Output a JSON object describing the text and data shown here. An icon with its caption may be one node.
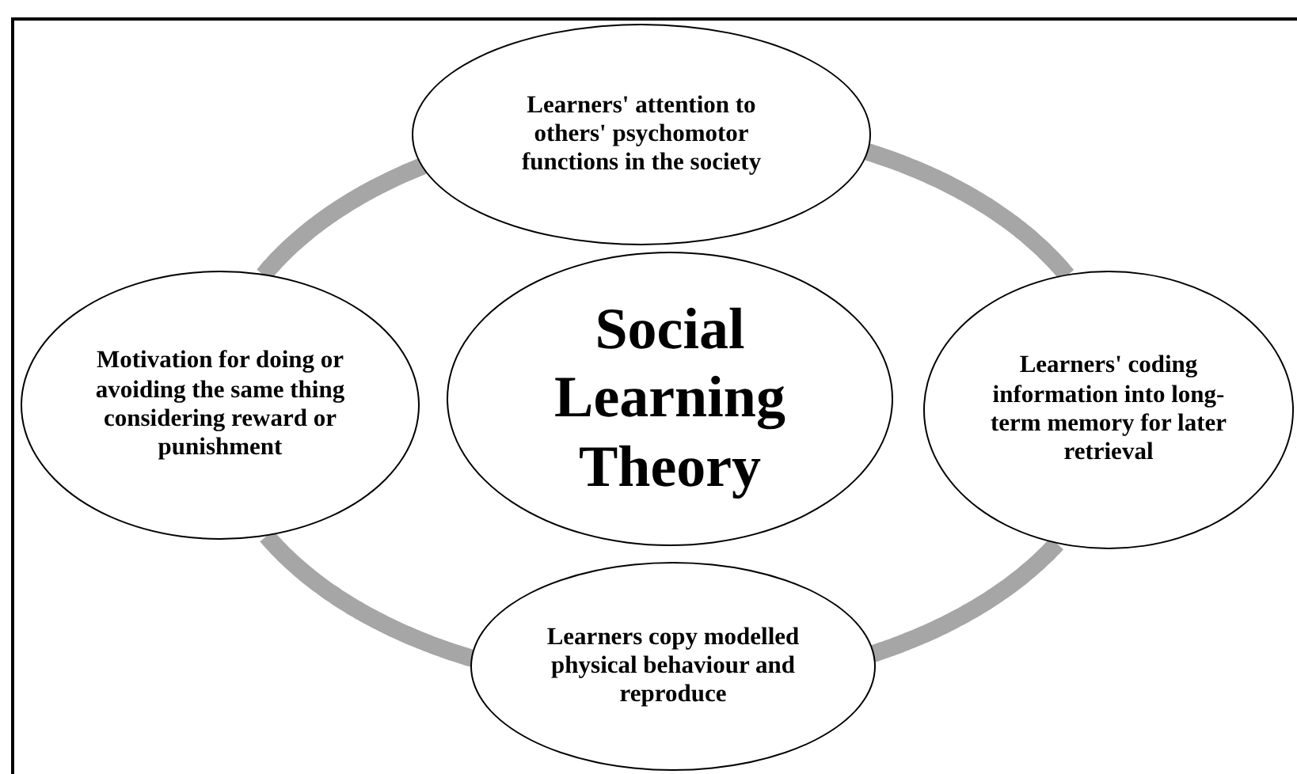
{
  "diagram": {
    "nodes": [
      {
        "text": [
          "Learners' attention to others' psychomotor functions in the society"
        ]
      },
      {
        "text": [
          "Motivation for doing or avoiding the same thing considering reward or punishment"
        ]
      },
      {
        "text": [
          "Social Learning Theory"
        ]
      },
      {
        "text": [
          "Learners' coding information into long-term memory for later retrieval"
        ]
      },
      {
        "text": [
          "Learners copy modelled physical behaviour and reproduce"
        ]
      }
    ],
    "edges": [
      {
        "from": 0,
        "to": 3,
        "arrow": "none"
      },
      {
        "from": 3,
        "to": 4,
        "arrow": "none"
      },
      {
        "from": 4,
        "to": 1,
        "arrow": "none"
      },
      {
        "from": 1,
        "to": 0,
        "arrow": "none"
      }
    ]
  }
}
